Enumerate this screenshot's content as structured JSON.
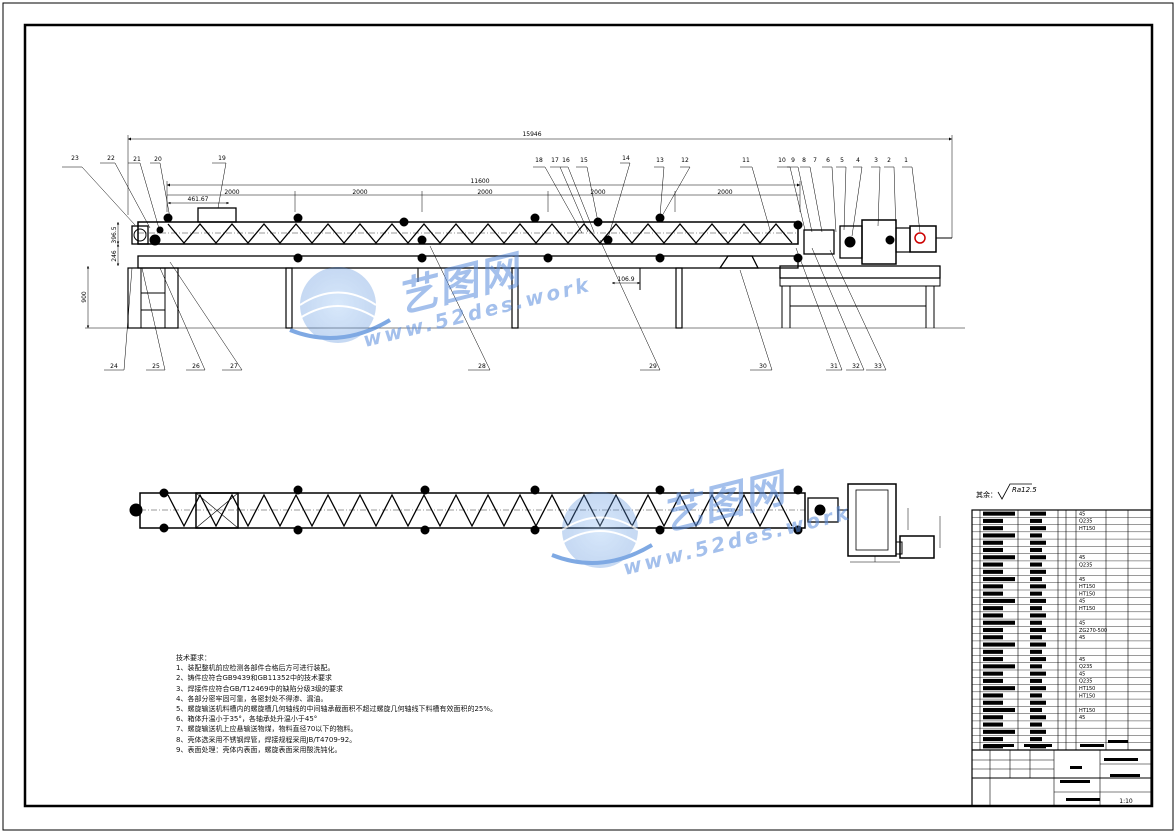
{
  "top_view": {
    "overall_length": "15946",
    "span_length": "11600",
    "segment_lengths": [
      "2000",
      "2000",
      "2000",
      "2000",
      "2000"
    ],
    "small_dims": [
      "461.67",
      "106.9"
    ],
    "vertical_dims": [
      "396.5",
      "246",
      "900"
    ],
    "balloons_top": [
      "23",
      "22",
      "21",
      "20",
      "19",
      "18",
      "17",
      "16",
      "15",
      "14",
      "13",
      "12",
      "11",
      "10",
      "9",
      "8",
      "7",
      "6",
      "5",
      "4",
      "3",
      "2",
      "1"
    ],
    "balloons_bottom": [
      "24",
      "25",
      "26",
      "27",
      "28",
      "29",
      "30",
      "31",
      "32",
      "33"
    ]
  },
  "roughness": {
    "prefix": "其余：",
    "value": "Ra12.5"
  },
  "notes": {
    "title": "技术要求：",
    "items": [
      "1、装配整机前应检测各部件合格后方可进行装配。",
      "2、铸件应符合GB9439和GB11352中的技术要求",
      "3、焊接件应符合GB/T12469中的缺陷分级3级的要求",
      "4、各部分密牢固可靠，各密封处不得渗、漏油。",
      "5、螺旋输送机料槽内的螺旋槽几何轴线的中间轴承截面积不超过螺旋几何轴线下料槽有效面积的25%。",
      "6、箱体升温小于35°，各轴承处升温小于45°",
      "7、螺旋输送机上应悬输送物煤，物料直径70以下的物料。",
      "8、壳体选采用不锈钢焊管，焊接规程采用JB/T4709-92。",
      "9、表面处理：壳体内表面，螺旋表面采用酸洗钝化。"
    ]
  },
  "bom": {
    "materials": [
      "45",
      "Q235",
      "HT150",
      "",
      "",
      "",
      "45",
      "Q235",
      "",
      "45",
      "HT150",
      "HT150",
      "45",
      "HT150",
      "",
      "45",
      "ZG270-500",
      "45",
      "",
      "",
      "45",
      "Q235",
      "45",
      "Q235",
      "HT150",
      "HT150",
      "",
      "HT150",
      "45",
      "",
      "",
      "",
      ""
    ],
    "scale": "1:10"
  },
  "watermark": {
    "brand": "艺图网",
    "url": "www.52des.work"
  }
}
